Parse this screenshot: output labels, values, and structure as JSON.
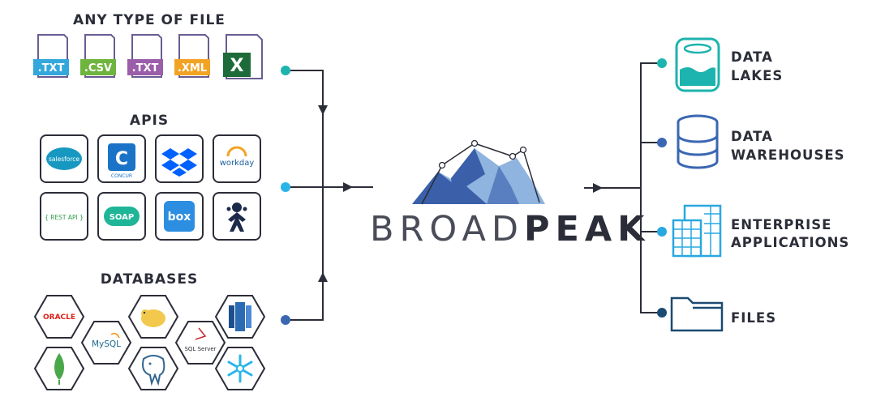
{
  "sources": {
    "files": {
      "heading": "ANY TYPE OF FILE",
      "tags": [
        {
          "label": ".TXT",
          "color": "#34a8dc"
        },
        {
          "label": ".CSV",
          "color": "#6fb43f"
        },
        {
          "label": ".TXT",
          "color": "#9b5ea8"
        },
        {
          "label": ".XML",
          "color": "#f3a324"
        },
        {
          "label": "X",
          "color": "#1d6b3a",
          "icon": "excel-icon"
        }
      ]
    },
    "apis": {
      "heading": "APIS",
      "tiles": [
        {
          "label": "salesforce",
          "icon": "salesforce-icon",
          "color": "#1798c1"
        },
        {
          "label": "CONCUR",
          "icon": "concur-icon",
          "color": "#1a73c6"
        },
        {
          "label": "",
          "icon": "dropbox-icon",
          "color": "#0061fe"
        },
        {
          "label": "workday",
          "icon": "workday-icon",
          "color": "#1c5e9e"
        },
        {
          "label": "{ REST API }",
          "icon": "rest-api-icon",
          "color": "#2e9e4f"
        },
        {
          "label": "SOAP",
          "icon": "soap-icon",
          "color": "#1fb597"
        },
        {
          "label": "box",
          "icon": "box-icon",
          "color": "#2b8ee0"
        },
        {
          "label": "",
          "icon": "jenkins-icon",
          "color": "#1c2a4a"
        }
      ]
    },
    "databases": {
      "heading": "DATABASES",
      "items": [
        {
          "label": "ORACLE",
          "icon": "oracle-icon",
          "color": "#e0211b"
        },
        {
          "label": "MySQL",
          "icon": "mysql-icon",
          "color": "#1e6b8c"
        },
        {
          "label": "",
          "icon": "hadoop-icon",
          "color": "#f2c94c"
        },
        {
          "label": "SQL Server",
          "icon": "sqlserver-icon",
          "color": "#c4292e"
        },
        {
          "label": "",
          "icon": "redshift-icon",
          "color": "#2b6bb4"
        },
        {
          "label": "",
          "icon": "mongodb-icon",
          "color": "#4aa84a"
        },
        {
          "label": "",
          "icon": "postgresql-icon",
          "color": "#336791"
        },
        {
          "label": "",
          "icon": "snowflake-icon",
          "color": "#29b5e8"
        }
      ]
    }
  },
  "brand": {
    "light": "BROAD",
    "bold": "PEAK"
  },
  "destinations": [
    {
      "line1": "DATA",
      "line2": "LAKES",
      "icon": "data-lake-icon",
      "dot_color": "#1db3ae"
    },
    {
      "line1": "DATA",
      "line2": "WAREHOUSES",
      "icon": "database-icon",
      "dot_color": "#3a67b1"
    },
    {
      "line1": "ENTERPRISE",
      "line2": "APPLICATIONS",
      "icon": "building-icon",
      "dot_color": "#29a8e0"
    },
    {
      "line1": "FILES",
      "line2": "",
      "icon": "folder-icon",
      "dot_color": "#1b4a72"
    }
  ],
  "colors": {
    "line": "#2b2d38",
    "dot_files": "#1db3ae",
    "dot_apis": "#29b5e8",
    "dot_db": "#3a67b1",
    "mountain_dark": "#3b5fa8",
    "mountain_light": "#8fb4df"
  }
}
